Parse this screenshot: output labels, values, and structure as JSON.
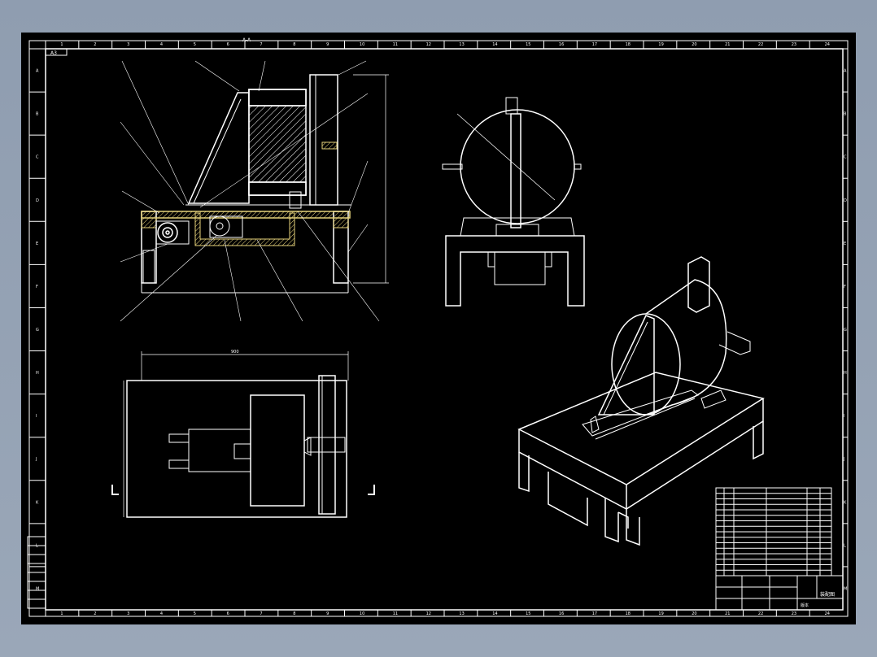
{
  "drawing": {
    "top_tag": "A-A",
    "corner_tag": "A3",
    "dimension_label": "900",
    "zone_numbers_top": [
      "1",
      "2",
      "3",
      "4",
      "5",
      "6",
      "7",
      "8",
      "9",
      "10",
      "11",
      "12",
      "13",
      "14",
      "15",
      "16",
      "17",
      "18",
      "19",
      "20",
      "21",
      "22",
      "23",
      "24"
    ],
    "zone_letters_side": [
      "A",
      "B",
      "C",
      "D",
      "E",
      "F",
      "G",
      "H",
      "I",
      "J",
      "K",
      "L",
      "M"
    ],
    "colors": {
      "line": "#ffffff",
      "hatch": "#e6d27a",
      "background": "#000000"
    }
  },
  "title_block": {
    "drawing_title": "装配图",
    "revision_label": "版本"
  }
}
